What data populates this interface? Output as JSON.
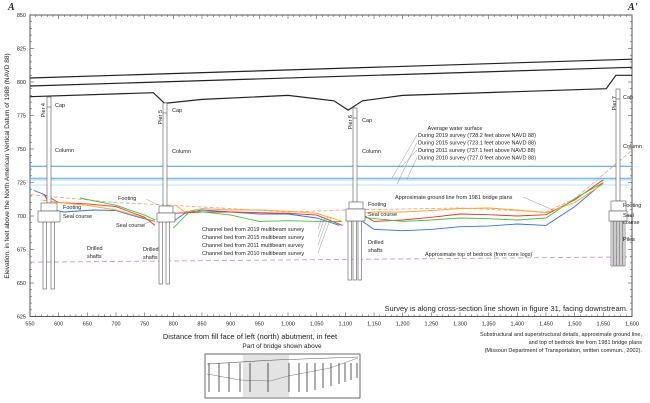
{
  "section_start_label": "A",
  "section_end_label": "A'",
  "chart_data": {
    "type": "line",
    "xlabel": "Distance from fill face of left (north) abutment, in feet",
    "ylabel": "Elevation, in feet above the North American Vertical Datum of 1988 (NAVD 88)",
    "xlim": [
      550,
      1600
    ],
    "ylim": [
      625,
      850
    ],
    "xticks": [
      "550",
      "600",
      "650",
      "700",
      "750",
      "800",
      "850",
      "900",
      "950",
      "1,000",
      "1,050",
      "1,100",
      "1,150",
      "1,200",
      "1,250",
      "1,300",
      "1,350",
      "1,400",
      "1,450",
      "1,500",
      "1,550",
      "1,600"
    ],
    "yticks": [
      "625",
      "650",
      "675",
      "700",
      "725",
      "750",
      "775",
      "800",
      "825",
      "850"
    ],
    "deck": [
      {
        "name": "deck-top",
        "points": [
          [
            550,
            803
          ],
          [
            1600,
            817
          ]
        ]
      },
      {
        "name": "deck-second",
        "points": [
          [
            550,
            797
          ],
          [
            1600,
            811
          ]
        ]
      },
      {
        "name": "girder-bottom",
        "points": [
          [
            550,
            789
          ],
          [
            765,
            792
          ],
          [
            785,
            784
          ],
          [
            850,
            787
          ],
          [
            1000,
            790
          ],
          [
            1080,
            786
          ],
          [
            1105,
            779
          ],
          [
            1130,
            786
          ],
          [
            1200,
            790
          ],
          [
            1555,
            795
          ],
          [
            1572,
            805
          ],
          [
            1600,
            805
          ]
        ]
      }
    ],
    "water_surface": {
      "title": "Average water surface",
      "series": [
        {
          "label": "During 2019 survey (728.2 feet above NAVD 88)",
          "value": 728.2,
          "color": "#5ba7dc"
        },
        {
          "label": "During 2015 survey (723.1 feet above NAVD 88)",
          "value": 723.1,
          "color": "#b9e4f4"
        },
        {
          "label": "During 2011 survey (737.1 feet above NAVD 88)",
          "value": 737.1,
          "color": "#4a9bd6"
        },
        {
          "label": "During 2010 survey (727.0 feet above NAVD 88)",
          "value": 727.0,
          "color": "#9fd3ee"
        }
      ]
    },
    "channel_bed": [
      {
        "label": "Channel bed from 2019 multibeam survey",
        "color": "#3b6fd1",
        "segments": [
          [
            [
              557,
              719
            ],
            [
              575,
              716
            ],
            [
              590,
              704.5
            ],
            [
              610,
              703
            ],
            [
              660,
              704.5
            ],
            [
              700,
              704
            ],
            [
              740,
              699
            ],
            [
              768,
              696
            ]
          ],
          [
            [
              800,
              696
            ],
            [
              820,
              702
            ],
            [
              850,
              704.5
            ],
            [
              900,
              703
            ],
            [
              950,
              701.5
            ],
            [
              1000,
              701.5
            ],
            [
              1050,
              698.5
            ],
            [
              1090,
              693
            ]
          ],
          [
            [
              1130,
              696
            ],
            [
              1150,
              690
            ],
            [
              1200,
              689
            ],
            [
              1250,
              690
            ],
            [
              1300,
              692
            ],
            [
              1350,
              692.5
            ],
            [
              1400,
              694
            ],
            [
              1450,
              693
            ],
            [
              1500,
              707
            ],
            [
              1550,
              725
            ]
          ]
        ]
      },
      {
        "label": "Channel bed from 2015 multibeam survey",
        "color": "#e8322e",
        "segments": [
          [
            [
              575,
              716
            ],
            [
              600,
              710
            ],
            [
              650,
              709
            ],
            [
              700,
              707
            ],
            [
              750,
              699
            ],
            [
              768,
              693
            ]
          ],
          [
            [
              800,
              702
            ],
            [
              850,
              703
            ],
            [
              900,
              703
            ],
            [
              950,
              702.5
            ],
            [
              1000,
              702
            ],
            [
              1050,
              700.7
            ],
            [
              1095,
              693
            ]
          ],
          [
            [
              1130,
              701
            ],
            [
              1150,
              696
            ],
            [
              1200,
              697
            ],
            [
              1250,
              699
            ],
            [
              1300,
              701.5
            ],
            [
              1350,
              701
            ],
            [
              1400,
              700
            ],
            [
              1450,
              701
            ],
            [
              1500,
              712
            ],
            [
              1550,
              727
            ]
          ]
        ]
      },
      {
        "label": "Channel bed from 2011 multibeam survey",
        "color": "#4cb848",
        "segments": [
          [
            [
              637,
              713.4
            ],
            [
              700,
              708
            ],
            [
              750,
              700.7
            ],
            [
              768,
              697
            ]
          ],
          [
            [
              800,
              691
            ],
            [
              830,
              704
            ],
            [
              900,
              700.7
            ],
            [
              950,
              696
            ],
            [
              1000,
              696.5
            ],
            [
              1050,
              696
            ],
            [
              1095,
              696
            ]
          ],
          [
            [
              1130,
              699
            ],
            [
              1200,
              696
            ],
            [
              1250,
              697
            ],
            [
              1300,
              698.5
            ],
            [
              1350,
              698
            ],
            [
              1400,
              697
            ],
            [
              1450,
              698.5
            ],
            [
              1500,
              713
            ],
            [
              1550,
              725
            ]
          ]
        ]
      },
      {
        "label": "Channel bed from 2010 multibeam survey",
        "color": "#f5a623",
        "segments": [
          [
            [
              570,
              712
            ],
            [
              600,
              710
            ],
            [
              650,
              708
            ],
            [
              700,
              704.5
            ],
            [
              750,
              698.5
            ],
            [
              768,
              696
            ]
          ],
          [
            [
              805,
              708
            ],
            [
              820,
              703
            ],
            [
              850,
              705.5
            ],
            [
              900,
              704.5
            ],
            [
              950,
              704.5
            ],
            [
              1000,
              703.5
            ],
            [
              1050,
              702
            ],
            [
              1095,
              696
            ]
          ],
          [
            [
              1130,
              702
            ],
            [
              1150,
              703
            ],
            [
              1200,
              703
            ],
            [
              1250,
              704
            ],
            [
              1300,
              705.5
            ],
            [
              1350,
              706
            ],
            [
              1400,
              704.5
            ],
            [
              1450,
              702.5
            ],
            [
              1500,
              710
            ],
            [
              1550,
              724
            ]
          ]
        ]
      }
    ],
    "ground_line_1981": {
      "label": "Approximate ground line from 1981 bridge plans",
      "color": "#e9a993",
      "points": [
        [
          550,
          716
        ],
        [
          700,
          710
        ],
        [
          800,
          708
        ],
        [
          1000,
          703
        ],
        [
          1100,
          704.5
        ],
        [
          1300,
          706
        ],
        [
          1450,
          703
        ],
        [
          1500,
          713
        ],
        [
          1600,
          749
        ]
      ]
    },
    "bedrock": {
      "label": "Approximate top of bedrock (from core logs)",
      "color": "#c39bd3",
      "points": [
        [
          550,
          665.5
        ],
        [
          1600,
          669.5
        ]
      ]
    }
  },
  "piers": [
    {
      "name": "Pier 4",
      "cap": "Cap",
      "column": "Column",
      "footing": "Footing",
      "seal": "Seal course",
      "base": "Drilled shafts"
    },
    {
      "name": "Pier 5",
      "cap": "Cap",
      "column": "Column",
      "footing": "Footing",
      "seal": "Seal course",
      "base": "Drilled shafts"
    },
    {
      "name": "Pier 6",
      "cap": "Cap",
      "column": "Column",
      "footing": "Footing",
      "seal": "Seal course",
      "base": "Drilled shafts"
    },
    {
      "name": "Pier 7",
      "cap": "Cap",
      "column": "Column",
      "footing": "Footing",
      "seal": "Seal course",
      "base": "Piles"
    }
  ],
  "survey_note": "Survey is along cross-section line shown in figure 31, facing downstream.",
  "source_note": [
    "Substructural and superstructural details, approximate ground line,",
    "and top of bedrock line from 1981 bridge plans",
    "(Missouri Department of Transportation, written commun., 2002)."
  ],
  "inset_title": "Part of bridge shown above"
}
